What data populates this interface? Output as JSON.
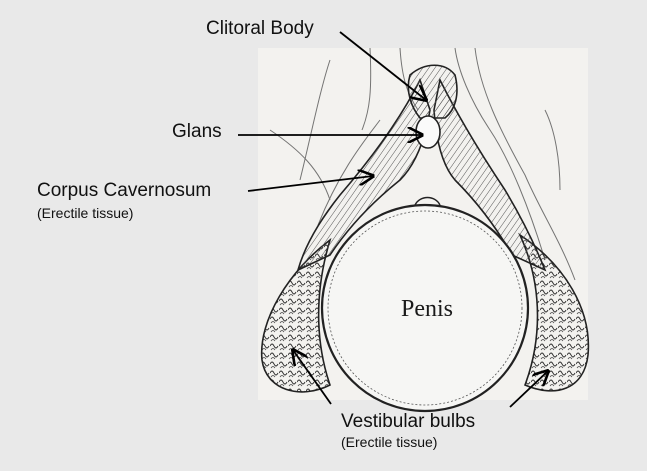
{
  "labels": {
    "clitoral_body": "Clitoral Body",
    "glans": "Glans",
    "corpus_cavernosum": "Corpus Cavernosum",
    "corpus_cavernosum_note": "(Erectile tissue)",
    "vestibular_bulbs": "Vestibular bulbs",
    "vestibular_bulbs_note": "(Erectile tissue)",
    "penis": "Penis"
  },
  "colors": {
    "background": "#e9e9e9",
    "plate": "#f3f2ef",
    "ink": "#222222",
    "arrow": "#000000"
  }
}
